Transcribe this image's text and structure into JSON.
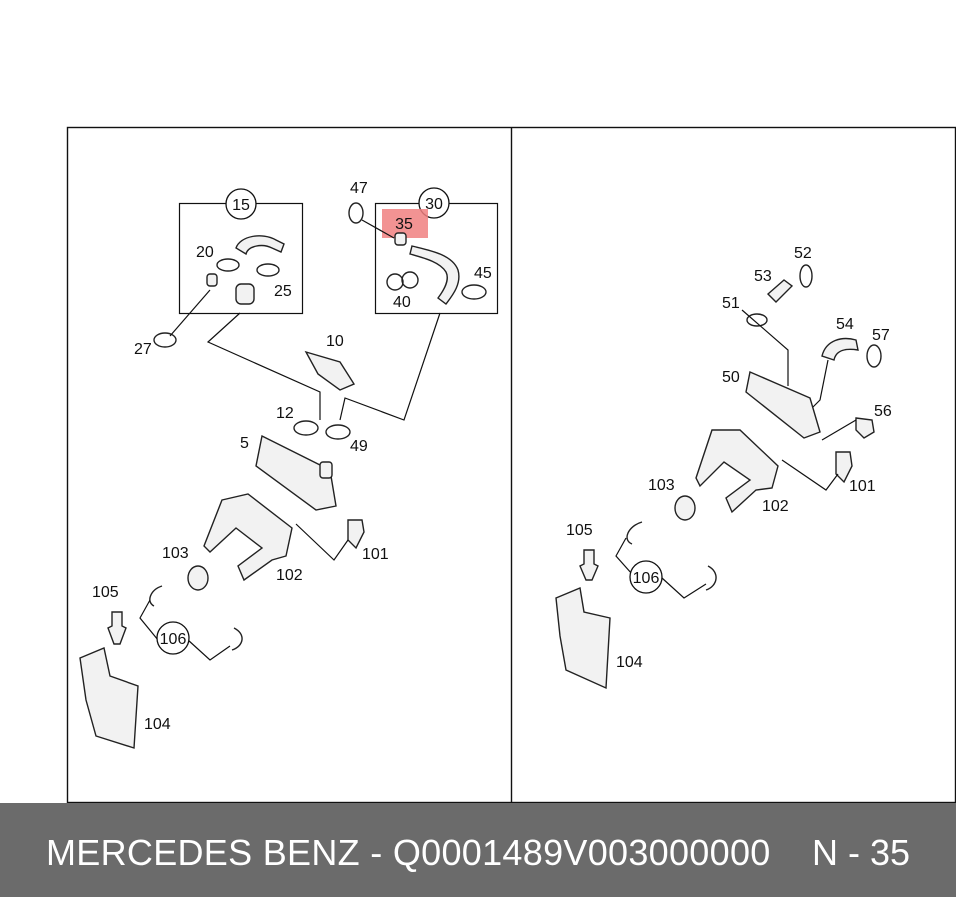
{
  "diagram": {
    "left_panel": {
      "box_15": {
        "label": "15"
      },
      "box_30": {
        "label": "30"
      },
      "labels": {
        "p20": "20",
        "p25": "25",
        "p27": "27",
        "p47": "47",
        "p35": "35",
        "p45": "45",
        "p40": "40",
        "p10": "10",
        "p12": "12",
        "p5": "5",
        "p49": "49",
        "p103": "103",
        "p102": "102",
        "p101": "101",
        "p105": "105",
        "p106": "106",
        "p104": "104"
      },
      "highlighted_part": "35",
      "highlight_color": "#f08080"
    },
    "right_panel": {
      "labels": {
        "p52": "52",
        "p53": "53",
        "p51": "51",
        "p54": "54",
        "p57": "57",
        "p50": "50",
        "p56": "56",
        "p103": "103",
        "p101": "101",
        "p102": "102",
        "p105": "105",
        "p106": "106",
        "p104": "104"
      }
    }
  },
  "footer": {
    "title": "MERCEDES BENZ - Q0001489V003000000",
    "page_ref": "N - 35",
    "background": "#6b6b6b"
  }
}
